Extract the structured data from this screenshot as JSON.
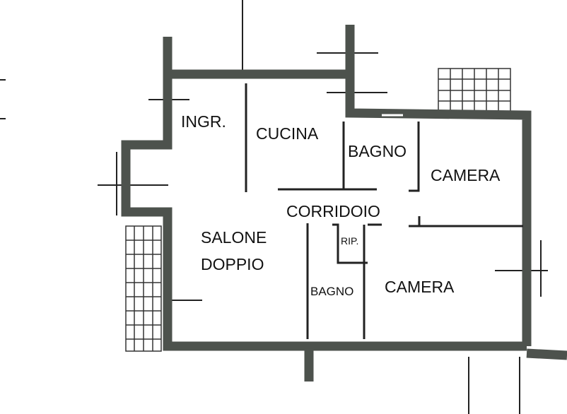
{
  "colors": {
    "wall": "#4d524d",
    "line": "#222222",
    "background": "#ffffff"
  },
  "rooms": {
    "ingresso": "INGR.",
    "cucina": "CUCINA",
    "bagno1": "BAGNO",
    "camera1": "CAMERA",
    "corridoio": "CORRIDOIO",
    "salone_line1": "SALONE",
    "salone_line2": "DOPPIO",
    "ripostiglio": "RIP.",
    "bagno2": "BAGNO",
    "camera2": "CAMERA"
  }
}
